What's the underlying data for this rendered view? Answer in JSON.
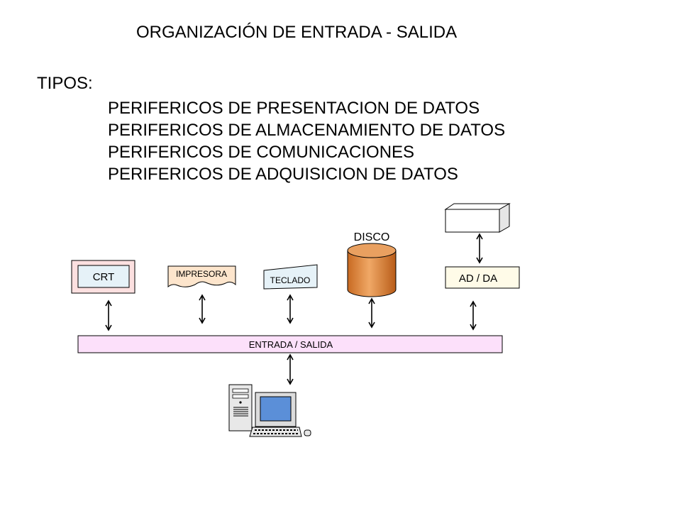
{
  "title": "ORGANIZACIÓN DE ENTRADA - SALIDA",
  "tipos_label": "TIPOS:",
  "types": [
    "PERIFERICOS DE PRESENTACION DE DATOS",
    "PERIFERICOS DE ALMACENAMIENTO DE DATOS",
    "PERIFERICOS DE COMUNICACIONES",
    "PERIFERICOS DE ADQUISICION DE DATOS"
  ],
  "diagram": {
    "crt_label": "CRT",
    "printer_label": "IMPRESORA",
    "keyboard_label": "TECLADO",
    "disk_label": "DISCO",
    "adda_label": "AD / DA",
    "bus_label": "ENTRADA / SALIDA",
    "icons": [
      "monitor-icon",
      "printer-icon",
      "keyboard-icon",
      "disk-icon",
      "acquisition-box-icon",
      "computer-icon"
    ],
    "colors": {
      "bus_fill": "#fce0fa",
      "crt_frame": "#fce0e0",
      "crt_screen": "#e6f2f8",
      "printer_paper": "#fde5cc",
      "keyboard_fill": "#e6f2f8",
      "disk_body": "#e0904a",
      "adda_fill": "#fffbe8",
      "pc_screen": "#5b8fd8"
    }
  }
}
